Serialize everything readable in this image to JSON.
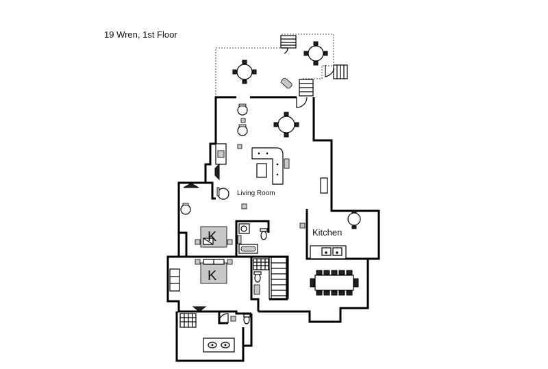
{
  "header": {
    "title": "19 Wren, 1st Floor"
  },
  "rooms": {
    "living_room": "Living Room",
    "kitchen": "Kitchen"
  },
  "bed_markers": {
    "bed_upper": "K",
    "bed_lower": "K"
  }
}
